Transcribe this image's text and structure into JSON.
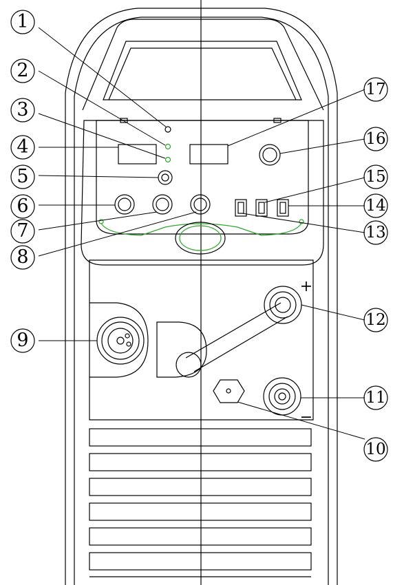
{
  "callouts": [
    {
      "label": "1",
      "target": "indicator-lamp"
    },
    {
      "label": "2",
      "target": "indicator-led"
    },
    {
      "label": "3",
      "target": "indicator-led"
    },
    {
      "label": "4",
      "target": "left-display"
    },
    {
      "label": "5",
      "target": "small-button"
    },
    {
      "label": "6",
      "target": "knob"
    },
    {
      "label": "7",
      "target": "knob"
    },
    {
      "label": "8",
      "target": "knob"
    },
    {
      "label": "9",
      "target": "torch-connector"
    },
    {
      "label": "10",
      "target": "gas-fitting"
    },
    {
      "label": "11",
      "target": "negative-terminal"
    },
    {
      "label": "12",
      "target": "positive-terminal"
    },
    {
      "label": "13",
      "target": "rocker-switch"
    },
    {
      "label": "14",
      "target": "rocker-switch"
    },
    {
      "label": "15",
      "target": "rocker-switch"
    },
    {
      "label": "16",
      "target": "encoder-knob"
    },
    {
      "label": "17",
      "target": "right-display"
    }
  ],
  "polarity": {
    "positive": "+",
    "negative": "−"
  },
  "colors": {
    "outline": "#000000",
    "accent": "#2aa62a",
    "background": "#ffffff"
  }
}
